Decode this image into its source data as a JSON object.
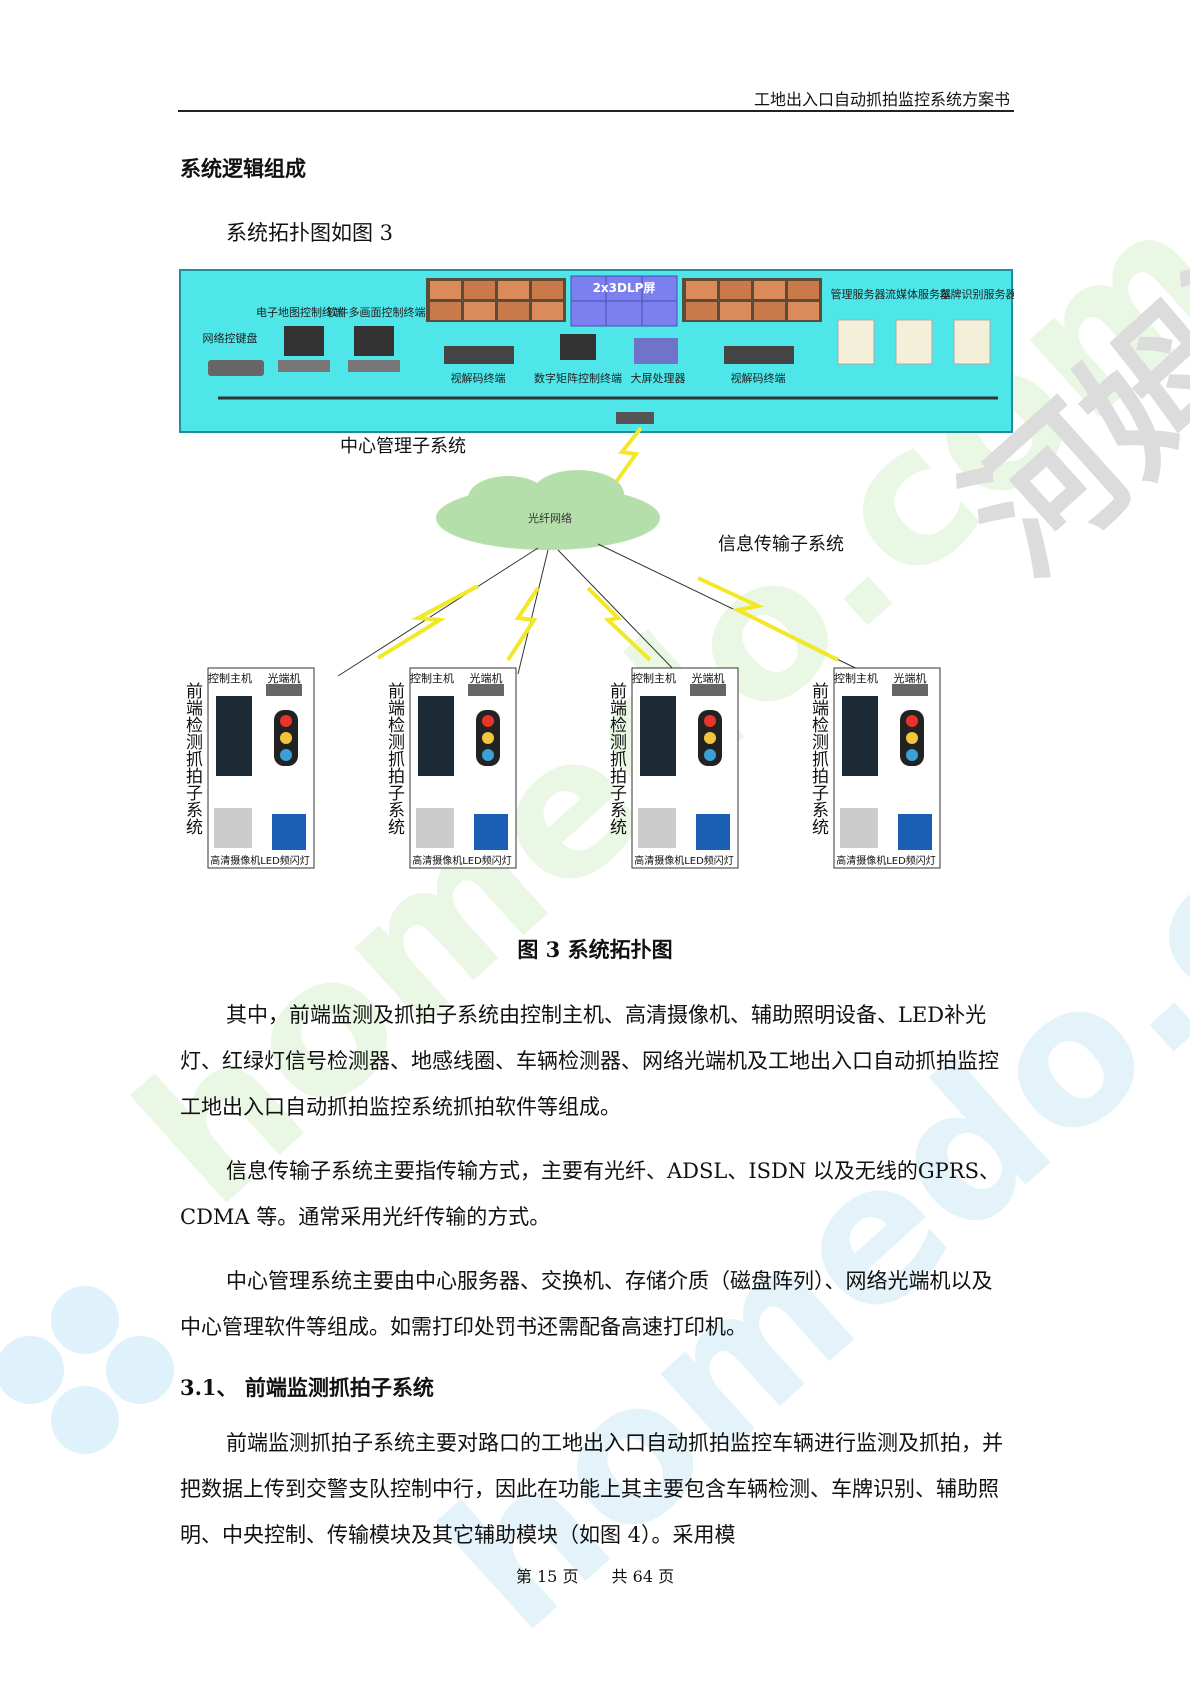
{
  "header": {
    "title": "工地出入口自动抓拍监控系统方案书"
  },
  "section_title": "系统逻辑组成",
  "intro_line": "系统拓扑图如图 3",
  "diagram": {
    "dlp_label": "2x3DLP屏",
    "center_devices": [
      "网络控键盘",
      "电子地图控制终端",
      "软件多画面控制终端",
      "视解码终端",
      "数字矩阵控制终端",
      "大屏处理器",
      "视解码终端",
      "管理服务器",
      "流媒体服务器",
      "车牌识别服务器"
    ],
    "center_label": "中心管理子系统",
    "cloud_label": "光纤网络",
    "transmission_label": "信息传输子系统",
    "front_unit": {
      "side_label": "前端检测抓拍子系统",
      "control_host": "控制主机",
      "optical": "光端机",
      "bottom_label": "高清摄像机LED频闪灯"
    }
  },
  "figure_caption": "图 3 系统拓扑图",
  "paragraphs": [
    "其中，前端监测及抓拍子系统由控制主机、高清摄像机、辅助照明设备、LED补光灯、红绿灯信号检测器、地感线圈、车辆检测器、网络光端机及工地出入口自动抓拍监控工地出入口自动抓拍监控系统抓拍软件等组成。",
    "信息传输子系统主要指传输方式，主要有光纤、ADSL、ISDN 以及无线的GPRS、CDMA 等。通常采用光纤传输的方式。",
    "中心管理系统主要由中心服务器、交换机、存储介质（磁盘阵列）、网络光端机以及中心管理软件等组成。如需打印处罚书还需配备高速打印机。"
  ],
  "subsection_title": "3.1、 前端监测抓拍子系统",
  "last_paragraph": "前端监测抓拍子系统主要对路口的工地出入口自动抓拍监控车辆进行监测及抓拍，并把数据上传到交警支队控制中行，因此在功能上其主要包含车辆检测、车牌识别、辅助照明、中央控制、传输模块及其它辅助模块（如图 4）。采用模",
  "footer": {
    "page": "第 15 页",
    "total": "共 64 页"
  },
  "watermark": {
    "text_1": "homedo.com",
    "text_2": "河姆渡"
  }
}
